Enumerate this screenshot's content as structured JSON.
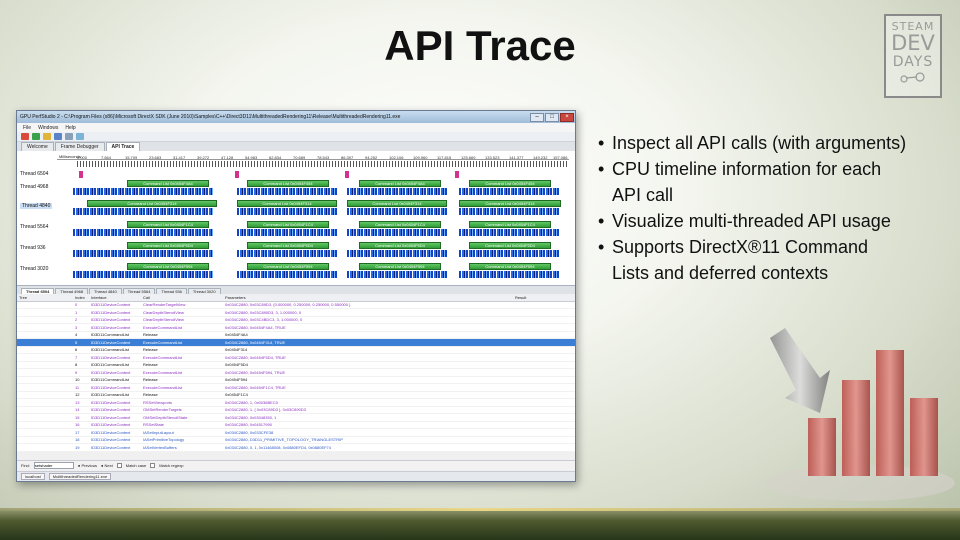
{
  "slide": {
    "title": "API Trace",
    "bullets": [
      "Inspect all API calls (with arguments)",
      "CPU timeline information for each API call",
      "Visualize multi-threaded API usage",
      "Supports DirectX®11 Command Lists and deferred contexts"
    ],
    "logo": {
      "line1": "STEAM",
      "line2": "DEV",
      "line3": "DAYS"
    }
  },
  "app": {
    "title": "GPU PerfStudio 2 - C:\\Program Files (x86)\\Microsoft DirectX SDK (June 2010)\\Samples\\C++\\Direct3D11\\MultithreadedRendering11\\Release\\MultithreadedRendering11.exe",
    "menu": [
      "File",
      "Windows",
      "Help"
    ],
    "tabs": [
      "Welcome",
      "Frame Debugger",
      "API Trace"
    ],
    "active_tab": "API Trace",
    "ruler_label": "Milliseconds",
    "ticks": [
      "0.000",
      "7.664",
      "15.709",
      "23.683",
      "31.417",
      "39.272",
      "47.128",
      "54.983",
      "62.834",
      "70.689",
      "78.543",
      "86.397",
      "94.252",
      "102.106",
      "109.960",
      "117.815",
      "125.669",
      "133.523",
      "141.377",
      "149.232",
      "157.086"
    ],
    "threads": [
      "Thread 6504",
      "Thread 4968",
      "Thread 4840",
      "Thread 5564",
      "Thread 936",
      "Thread 3020"
    ],
    "cmdlists": {
      "t1": "Command List 0x0454F4A4",
      "t1b": "Command List 0x0454F454",
      "t2": "Command List 0x0454F314",
      "t3": "Command List 0x0454F1C4",
      "t4": "Command List 0x0454F5D4",
      "t5": "Command List 0x0454F594"
    },
    "thread_tabs": [
      "Thread 6504",
      "Thread 4968",
      "Thread 4840",
      "Thread 5564",
      "Thread 936",
      "Thread 3020"
    ],
    "columns": [
      "Tree",
      "Index",
      "Interface",
      "Call",
      "Parameters",
      "Result"
    ],
    "rows": [
      {
        "idx": "0",
        "iface": "ID3D11DeviceContext",
        "call": "ClearRenderTargetView",
        "params": "0x034C2880, 0x03C89D3, {0.000000, 0.250000, 0.250000, 0.550000 }",
        "style": "violet"
      },
      {
        "idx": "1",
        "iface": "ID3D11DeviceContext",
        "call": "ClearDepthStencilView",
        "params": "0x034C2880, 0x03C890D3, 3, 1.000000, 0",
        "style": "violet"
      },
      {
        "idx": "2",
        "iface": "ID3D11DeviceContext",
        "call": "ClearDepthStencilView",
        "params": "0x034C2880, 0x03C4BDC3, 3, 1.000000, 0",
        "style": "violet"
      },
      {
        "idx": "3",
        "iface": "ID3D11DeviceContext",
        "call": "ExecuteCommandList",
        "params": "0x034C2880, 0x0454F4A4, TRUE",
        "style": "violet"
      },
      {
        "idx": "4",
        "iface": "ID3D11CommandList",
        "call": "Release",
        "params": "0x0454F4A4",
        "style": "black"
      },
      {
        "idx": "5",
        "iface": "ID3D11DeviceContext",
        "call": "ExecuteCommandList",
        "params": "0x034C2880, 0x0454F314, TRUE",
        "style": "selected"
      },
      {
        "idx": "6",
        "iface": "ID3D11CommandList",
        "call": "Release",
        "params": "0x0454F314",
        "style": "black"
      },
      {
        "idx": "7",
        "iface": "ID3D11DeviceContext",
        "call": "ExecuteCommandList",
        "params": "0x034C2880, 0x0454F5D4, TRUE",
        "style": "violet"
      },
      {
        "idx": "8",
        "iface": "ID3D11CommandList",
        "call": "Release",
        "params": "0x0454F5D4",
        "style": "black"
      },
      {
        "idx": "9",
        "iface": "ID3D11DeviceContext",
        "call": "ExecuteCommandList",
        "params": "0x034C2880, 0x0454F594, TRUE",
        "style": "violet"
      },
      {
        "idx": "10",
        "iface": "ID3D11CommandList",
        "call": "Release",
        "params": "0x0454F594",
        "style": "black"
      },
      {
        "idx": "11",
        "iface": "ID3D11DeviceContext",
        "call": "ExecuteCommandList",
        "params": "0x034C2880, 0x0454F1C4, TRUE",
        "style": "violet"
      },
      {
        "idx": "12",
        "iface": "ID3D11CommandList",
        "call": "Release",
        "params": "0x0454F1C4",
        "style": "black"
      },
      {
        "idx": "13",
        "iface": "ID3D11DeviceContext",
        "call": "RSSetViewports",
        "params": "0x034C2880, 1, 0x0036BEC0",
        "style": "violet"
      },
      {
        "idx": "14",
        "iface": "ID3D11DeviceContext",
        "call": "OMSetRenderTargets",
        "params": "0x034C2880, 1, { 0x03C89D3 }, 0x03C890D3",
        "style": "violet"
      },
      {
        "idx": "15",
        "iface": "ID3D11DeviceContext",
        "call": "OMSetDepthStencilState",
        "params": "0x034C2880, 0x03048350, 1",
        "style": "violet"
      },
      {
        "idx": "16",
        "iface": "ID3D11DeviceContext",
        "call": "RSSetState",
        "params": "0x034C2880, 0x04517990",
        "style": "violet"
      },
      {
        "idx": "17",
        "iface": "ID3D11DeviceContext",
        "call": "IASetInputLayout",
        "params": "0x034C2880, 0x033CFE38",
        "style": "blue"
      },
      {
        "idx": "18",
        "iface": "ID3D11DeviceContext",
        "call": "IASetPrimitiveTopology",
        "params": "0x034C2880, D3D11_PRIMITIVE_TOPOLOGY_TRIANGLESTRIP",
        "style": "blue"
      },
      {
        "idx": "19",
        "iface": "ID3D11DeviceContext",
        "call": "IASetVertexBuffers",
        "params": "0x034C2880, 0, 1, 0x11468008, 0x0880EFD4, 0x0880EF74",
        "style": "blue"
      }
    ],
    "find": {
      "label": "Find:",
      "value": "setshader",
      "previous": "Previous",
      "next": "Next",
      "match_case": "Match case",
      "match_regexp": "Match regexp"
    },
    "status": [
      "localhost",
      "MultithreadedRendering11.exe"
    ]
  }
}
